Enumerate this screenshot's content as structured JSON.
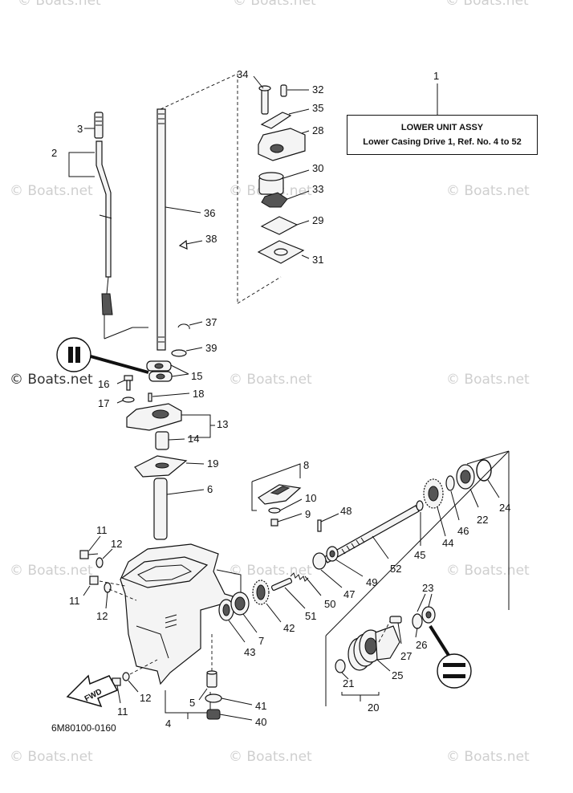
{
  "watermark": "© Boats.net",
  "assembly": {
    "ref": "1",
    "title": "LOWER UNIT ASSY",
    "subtitle": "Lower Casing Drive 1,  Ref. No. 4 to 52"
  },
  "diagram_code": "6M80100-0160",
  "fwd_label": "FWD",
  "callouts": {
    "p2": "2",
    "p3": "3",
    "p4": "4",
    "p5": "5",
    "p6": "6",
    "p7": "7",
    "p8": "8",
    "p9": "9",
    "p10": "10",
    "p11a": "11",
    "p11b": "11",
    "p11c": "11",
    "p12a": "12",
    "p12b": "12",
    "p12c": "12",
    "p13": "13",
    "p14": "14",
    "p15": "15",
    "p16": "16",
    "p17": "17",
    "p18": "18",
    "p19": "19",
    "p20": "20",
    "p21": "21",
    "p22": "22",
    "p23": "23",
    "p24": "24",
    "p25": "25",
    "p26": "26",
    "p27": "27",
    "p28": "28",
    "p29": "29",
    "p30": "30",
    "p31": "31",
    "p32": "32",
    "p33": "33",
    "p34": "34",
    "p35": "35",
    "p36": "36",
    "p37": "37",
    "p38": "38",
    "p39": "39",
    "p40": "40",
    "p41": "41",
    "p42": "42",
    "p43": "43",
    "p44": "44",
    "p45": "45",
    "p46": "46",
    "p47": "47",
    "p48": "48",
    "p49": "49",
    "p50": "50",
    "p51": "51",
    "p52": "52"
  }
}
